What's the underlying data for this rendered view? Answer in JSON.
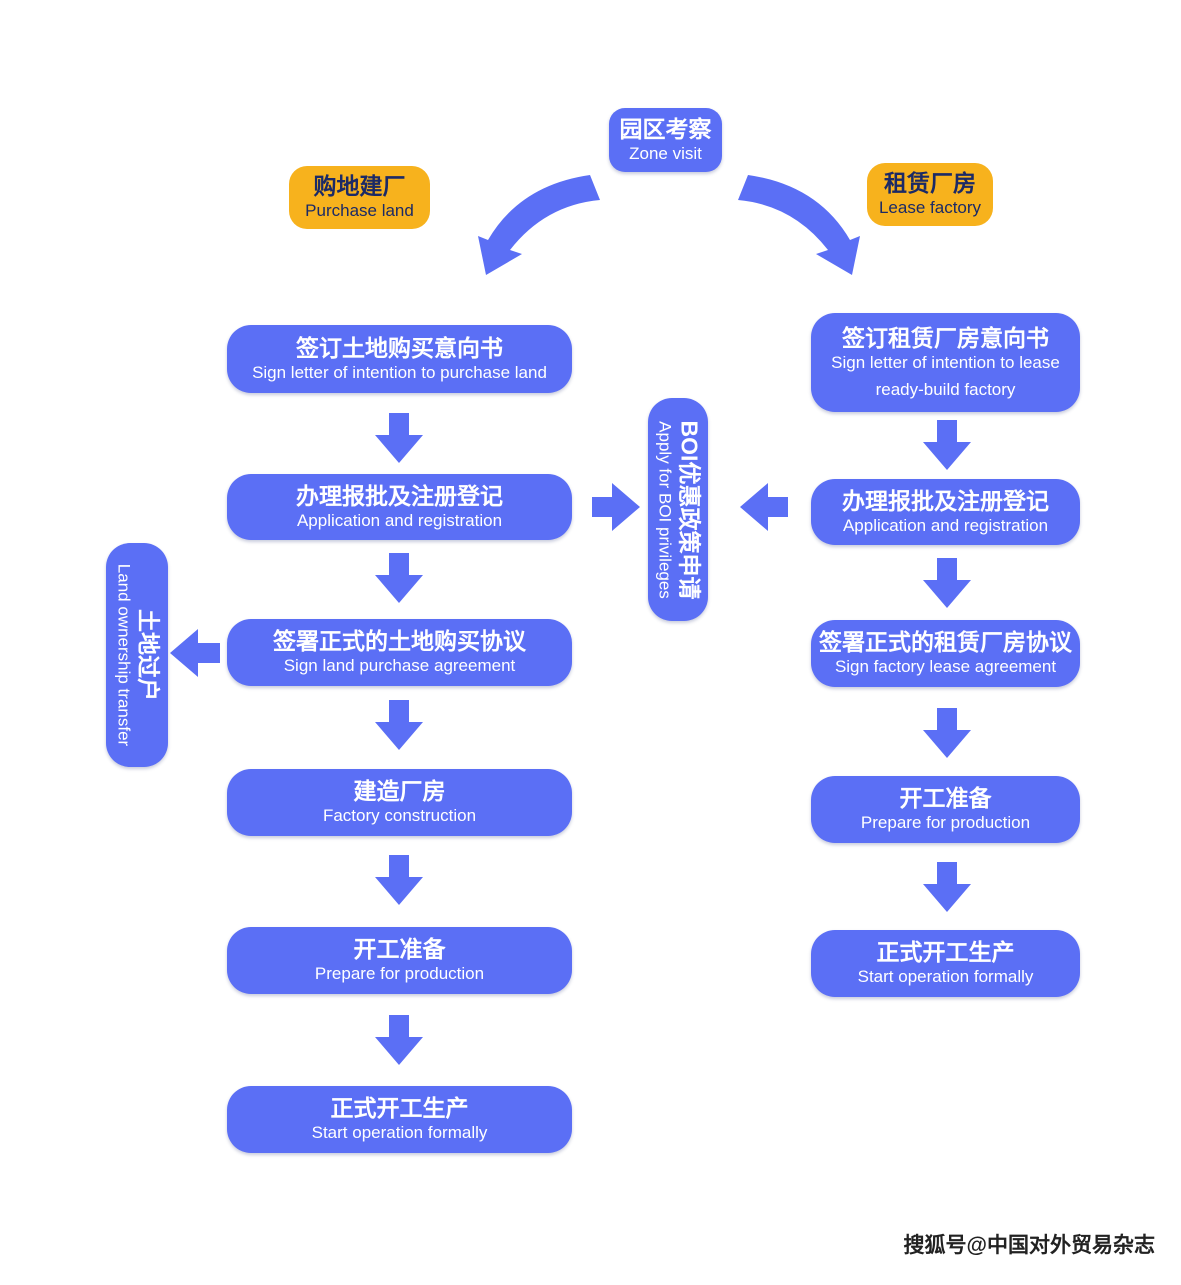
{
  "colors": {
    "node": "#5B6FF5",
    "highlight": "#F7B21D",
    "highlight_text": "#1b2a66",
    "arrow": "#5B6FF5"
  },
  "top": {
    "zh": "园区考察",
    "en": "Zone visit"
  },
  "branch_left": {
    "zh": "购地建厂",
    "en": "Purchase land"
  },
  "branch_right": {
    "zh": "租赁厂房",
    "en": "Lease factory"
  },
  "left_steps": [
    {
      "zh": "签订土地购买意向书",
      "en": "Sign letter of intention to purchase land"
    },
    {
      "zh": "办理报批及注册登记",
      "en": "Application and registration"
    },
    {
      "zh": "签署正式的土地购买协议",
      "en": "Sign land purchase agreement"
    },
    {
      "zh": "建造厂房",
      "en": "Factory construction"
    },
    {
      "zh": "开工准备",
      "en": "Prepare for production"
    },
    {
      "zh": "正式开工生产",
      "en": "Start operation formally"
    }
  ],
  "right_steps": [
    {
      "zh": "签订租赁厂房意向书",
      "en": "Sign letter of intention to lease",
      "en2": "ready-build factory"
    },
    {
      "zh": "办理报批及注册登记",
      "en": "Application and registration"
    },
    {
      "zh": "签署正式的租赁厂房协议",
      "en": "Sign factory lease agreement"
    },
    {
      "zh": "开工准备",
      "en": "Prepare for production"
    },
    {
      "zh": "正式开工生产",
      "en": "Start operation formally"
    }
  ],
  "boi": {
    "zh": "BOI优惠政策申请",
    "en": "Apply for BOI privileges"
  },
  "land_transfer": {
    "zh": "土地过户",
    "en": "Land ownership transfer"
  },
  "watermark": "搜狐号@中国对外贸易杂志"
}
